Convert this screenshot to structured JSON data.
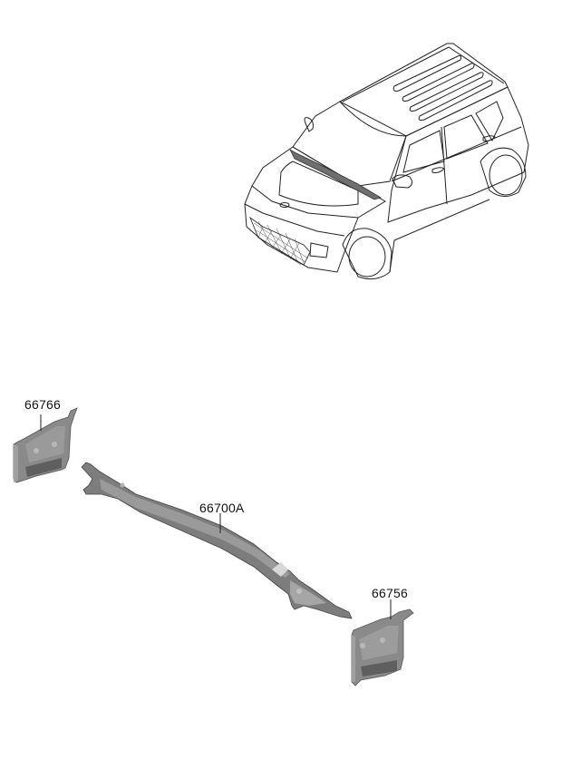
{
  "diagram": {
    "type": "parts-exploded-view",
    "vehicle_illustration": "compact SUV isometric line drawing with cowl panel highlighted",
    "parts": [
      {
        "id": "p1",
        "number": "66766",
        "description": "left cowl side bracket"
      },
      {
        "id": "p2",
        "number": "66700A",
        "description": "cowl panel complete"
      },
      {
        "id": "p3",
        "number": "66756",
        "description": "right cowl side bracket"
      }
    ]
  },
  "colors": {
    "part_fill": "#8a8a8a",
    "part_dark": "#5f5f5f",
    "part_light": "#b8b8b8",
    "line": "#222222",
    "background": "#ffffff"
  }
}
